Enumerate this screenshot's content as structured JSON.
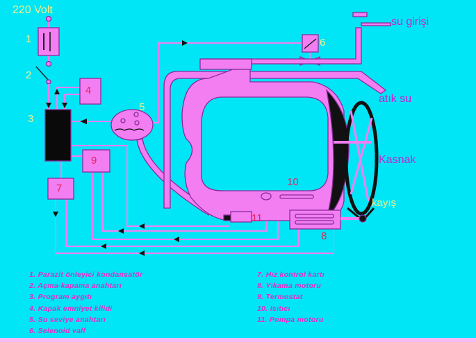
{
  "labels": {
    "voltage": "220 Volt",
    "n1": "1",
    "n2": "2",
    "n3": "3",
    "n4": "4",
    "n5": "5",
    "n6": "6",
    "n7": "7",
    "n8": "8",
    "n9": "9",
    "n10": "10",
    "n11": "11",
    "water_inlet": "su girişi",
    "waste_water": "atık su",
    "pulley": "Kasnak",
    "belt": "kayış"
  },
  "legend": {
    "left": [
      "1. Parazit önleyici kondansatör",
      "2. Açma-kapama anahtarı",
      "3. Program aygıtı",
      "4. Kapak emniyet kilidi",
      "5. Su seviye anahtarı",
      "6. Selenoid valf"
    ],
    "right": [
      "7. Hız kontrol kartı",
      "8. Yıkama motoru",
      "9. Termostat",
      "10. Isıtıcı",
      "11. Pompa motoru"
    ]
  },
  "colors": {
    "background": "#00e6f6",
    "component": "#f27ef2",
    "outline": "#8a2a9a"
  }
}
